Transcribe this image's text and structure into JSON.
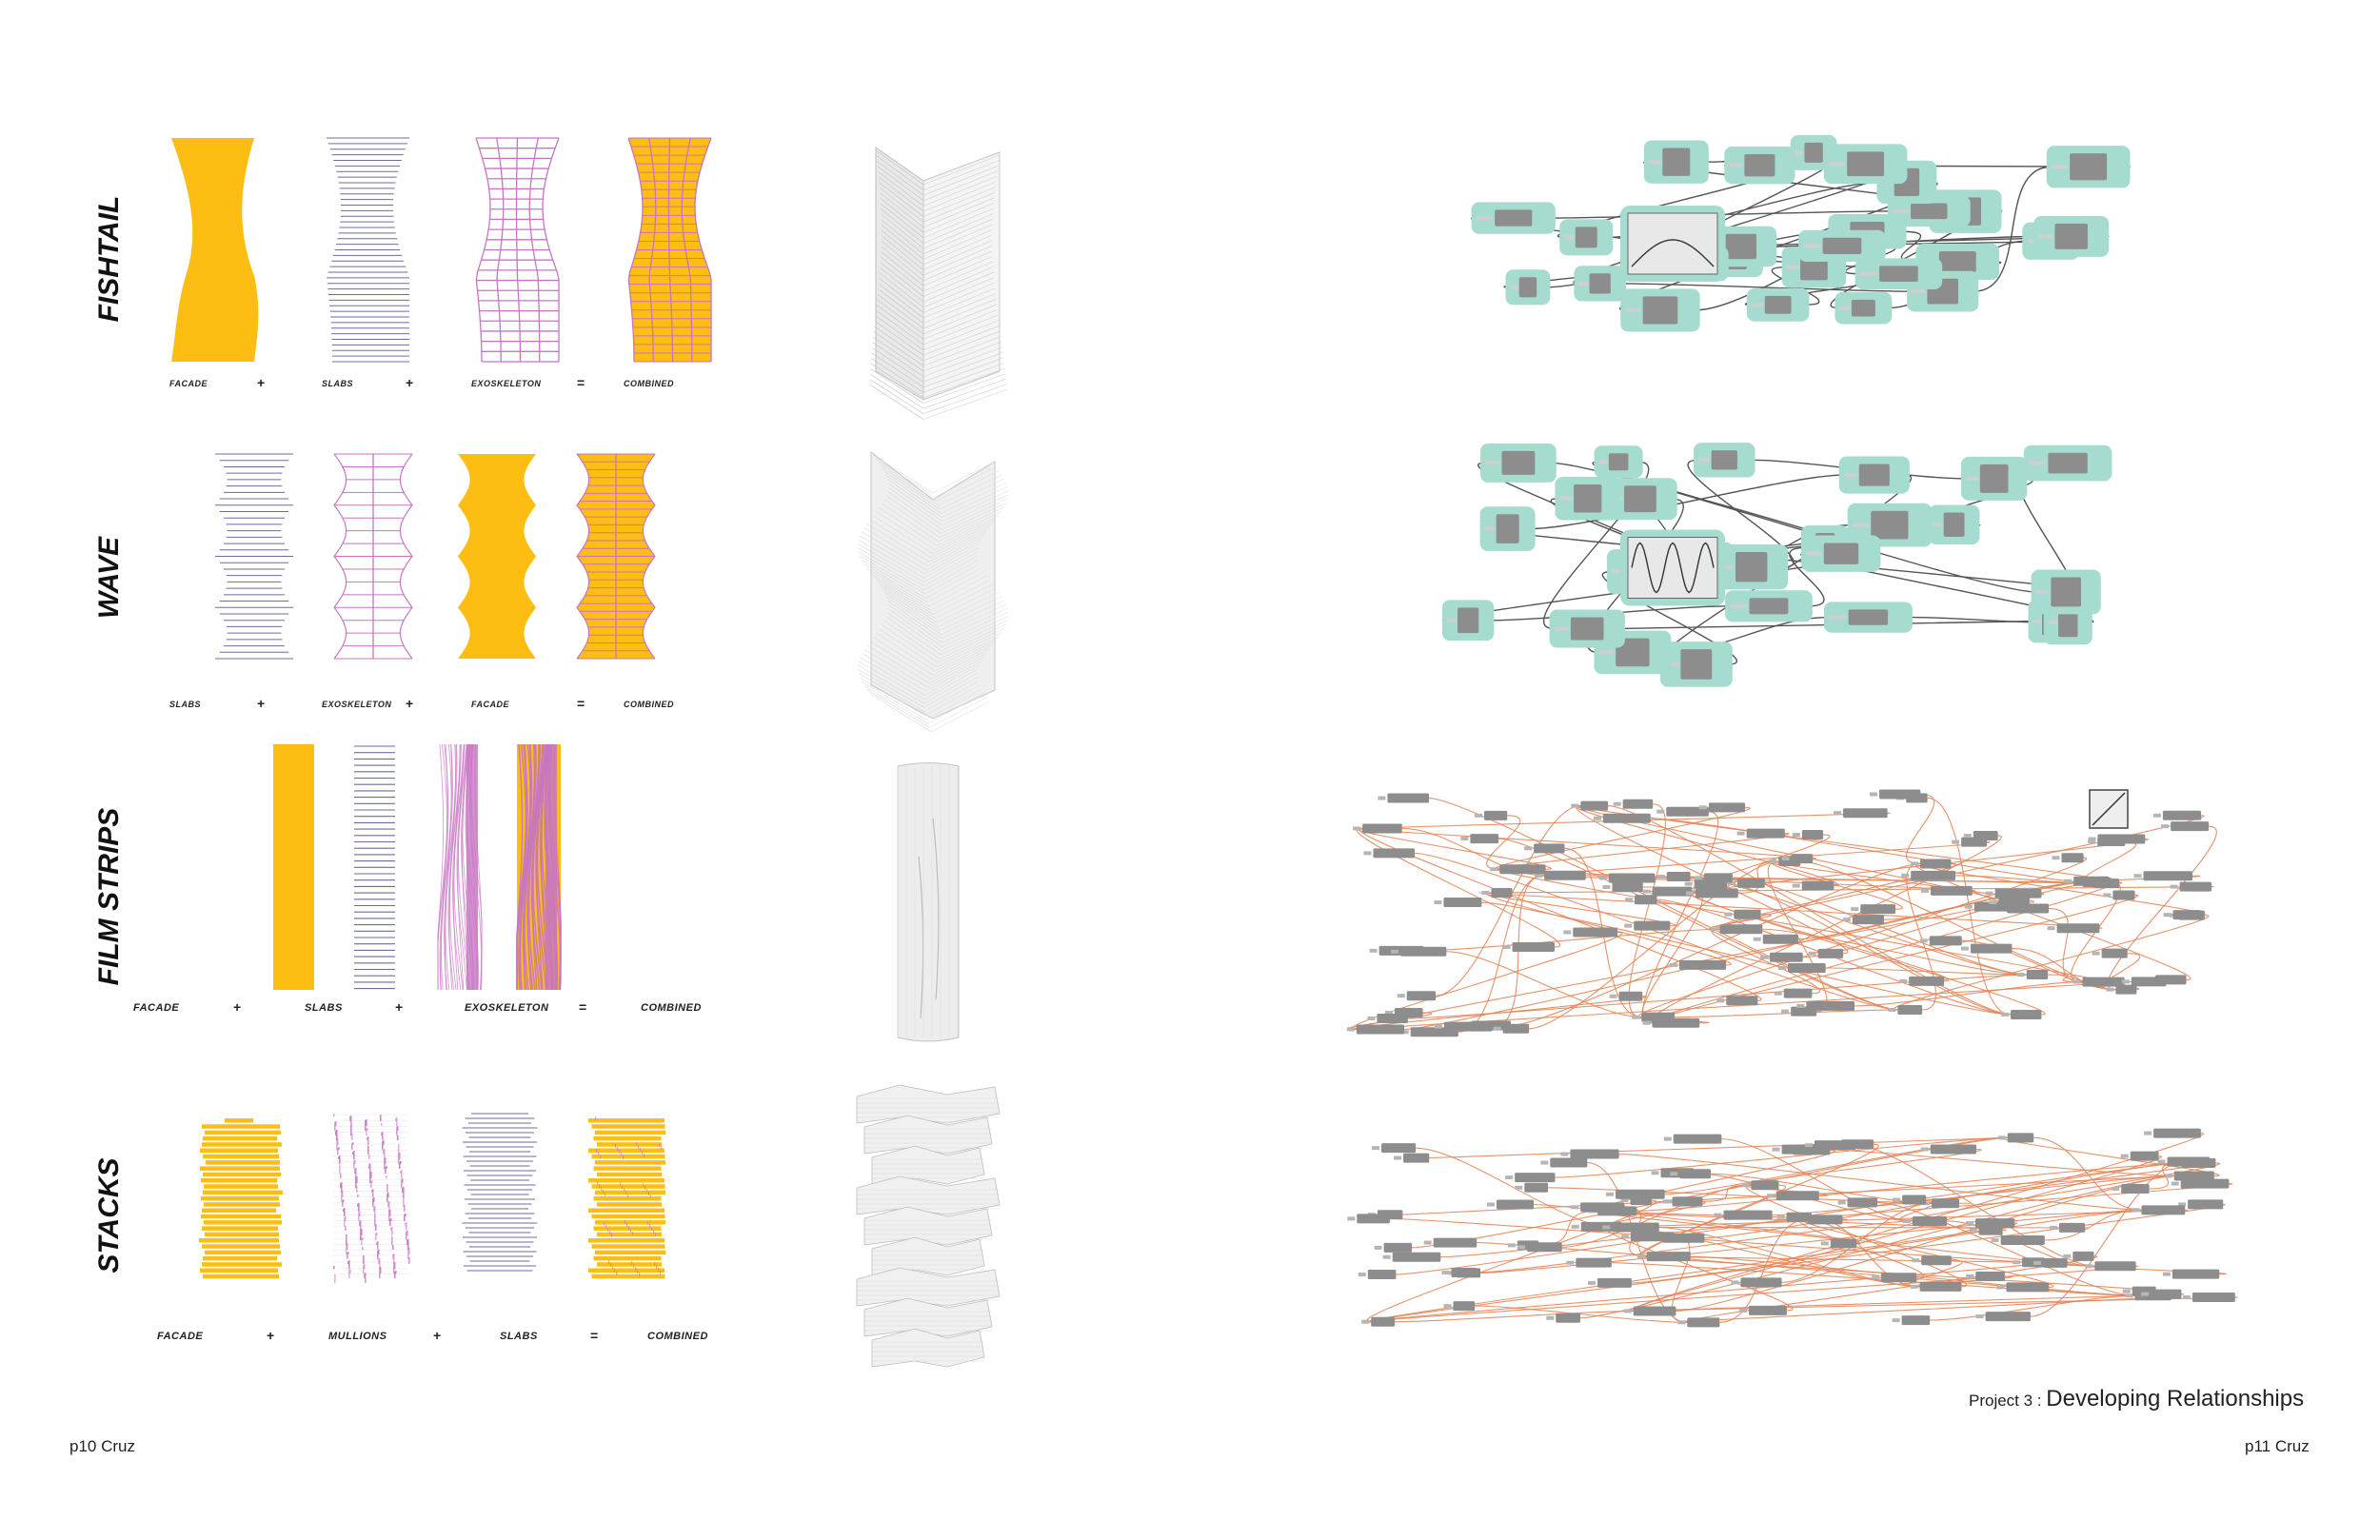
{
  "rows": [
    {
      "label": "FISHTAIL",
      "captions": [
        "FACADE",
        "SLABS",
        "EXOSKELETON",
        "COMBINED"
      ],
      "operators": [
        "+",
        "+",
        "="
      ]
    },
    {
      "label": "WAVE",
      "captions": [
        "SLABS",
        "EXOSKELETON",
        "FACADE",
        "COMBINED"
      ],
      "operators": [
        "+",
        "+",
        "="
      ]
    },
    {
      "label": "FILM STRIPS",
      "captions": [
        "FACADE",
        "SLABS",
        "EXOSKELETON",
        "COMBINED"
      ],
      "operators": [
        "+",
        "+",
        "="
      ]
    },
    {
      "label": "STACKS",
      "captions": [
        "FACADE",
        "MULLIONS",
        "SLABS",
        "COMBINED"
      ],
      "operators": [
        "+",
        "+",
        "="
      ]
    }
  ],
  "footer": {
    "left": "p10  Cruz",
    "right": "p11  Cruz",
    "project": "Project 3 :",
    "title": "Developing Relationships"
  },
  "colors": {
    "facade": "#FDBD12",
    "slab": "#6B6E9C",
    "exo": "#C775C2",
    "node": "#A6DCCF",
    "component": "#8D8D8D",
    "wire": "#E3865A"
  }
}
